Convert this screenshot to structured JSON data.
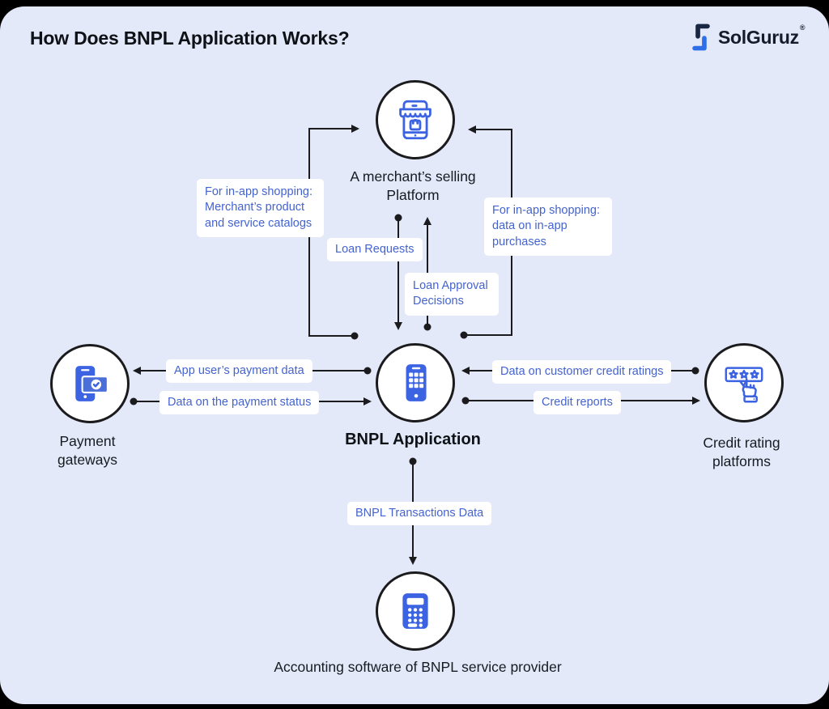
{
  "header": {
    "title": "How Does BNPL Application Works?",
    "logo_text": "SolGuruz",
    "logo_mark": "®"
  },
  "nodes": {
    "merchant": {
      "label": "A merchant’s selling Platform",
      "icon": "storefront-icon"
    },
    "bnpl": {
      "label": "BNPL Application",
      "icon": "mobile-app-icon"
    },
    "payment_gateways": {
      "label": "Payment gateways",
      "icon": "payment-phone-card-icon"
    },
    "credit_rating": {
      "label": "Credit rating platforms",
      "icon": "star-rating-hand-icon"
    },
    "accounting": {
      "label": "Accounting software of BNPL service provider",
      "icon": "calculator-icon"
    }
  },
  "edges": [
    {
      "id": "merchant-catalogs",
      "label": "For in-app shopping: Merchant’s product and service catalogs",
      "from": "bnpl",
      "to": "merchant"
    },
    {
      "id": "loan-requests",
      "label": "Loan Requests",
      "from": "merchant",
      "to": "bnpl"
    },
    {
      "id": "loan-approval-decisions",
      "label": "Loan Approval Decisions",
      "from": "bnpl",
      "to": "merchant"
    },
    {
      "id": "inapp-purchase-data",
      "label": "For in-app shopping: data on in-app purchases",
      "from": "bnpl",
      "to": "merchant"
    },
    {
      "id": "app-user-payment-data",
      "label": "App user’s payment data",
      "from": "bnpl",
      "to": "payment_gateways"
    },
    {
      "id": "payment-status",
      "label": "Data on the payment status",
      "from": "payment_gateways",
      "to": "bnpl"
    },
    {
      "id": "customer-credit-ratings",
      "label": "Data on customer credit ratings",
      "from": "credit_rating",
      "to": "bnpl"
    },
    {
      "id": "credit-reports",
      "label": "Credit reports",
      "from": "bnpl",
      "to": "credit_rating"
    },
    {
      "id": "bnpl-transactions-data",
      "label": "BNPL Transactions Data",
      "from": "bnpl",
      "to": "accounting"
    }
  ],
  "colors": {
    "card_background": "#E3E9F8",
    "label_text_blue": "#4463CF",
    "icon_blue": "#3B63E2",
    "icon_card_blue": "#4A6FD8",
    "line_black": "#1B1B1D",
    "node_background": "#FFFFFF"
  }
}
